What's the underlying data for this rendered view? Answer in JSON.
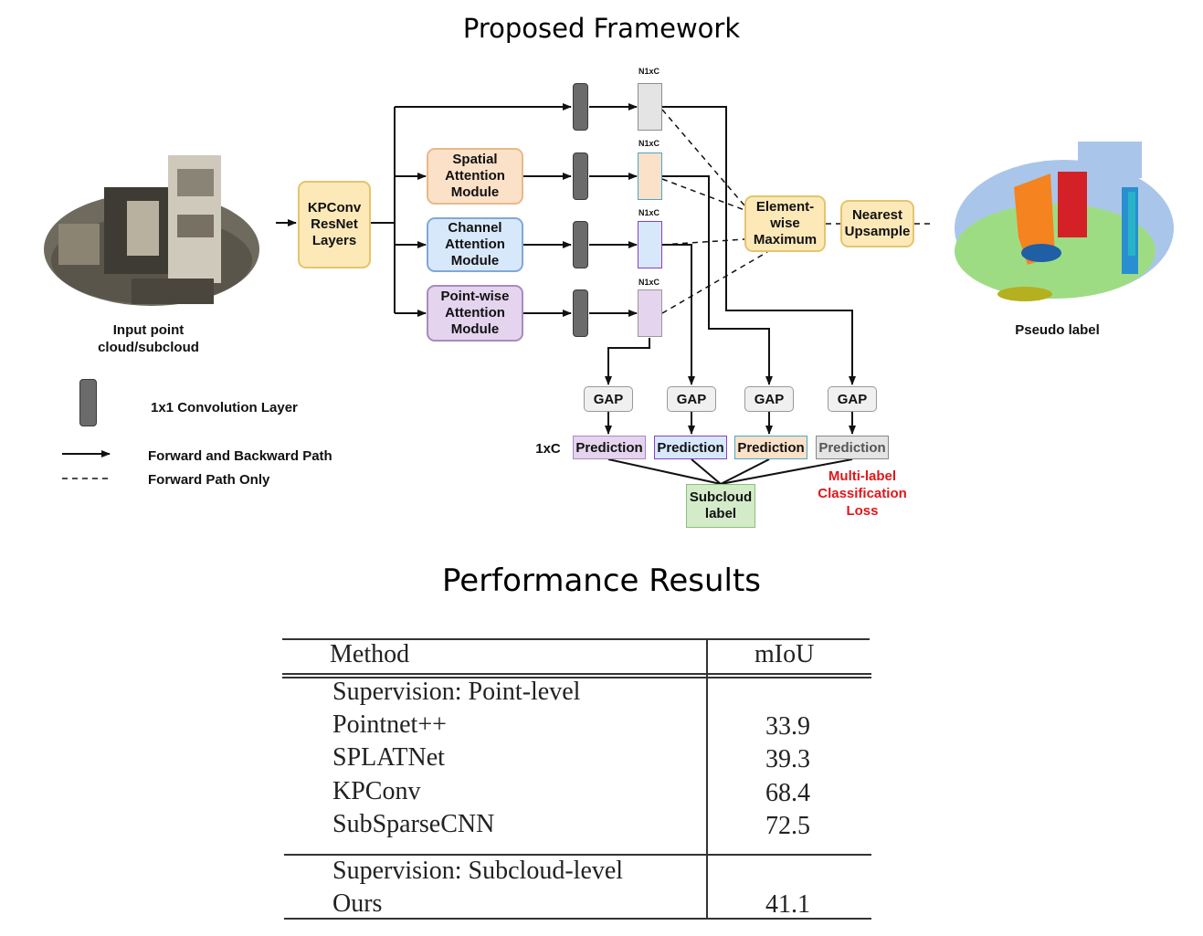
{
  "titles": {
    "framework": "Proposed Framework",
    "results": "Performance Results"
  },
  "diagram": {
    "input_label": "Input point cloud/subcloud",
    "kpconv": "KPConv ResNet Layers",
    "modules": {
      "spatial": "Spatial Attention Module",
      "channel": "Channel Attention Module",
      "pointwise": "Point-wise Attention Module"
    },
    "nxc": "N1xC",
    "element_wise": "Element-wise Maximum",
    "nearest_upsample": "Nearest Upsample",
    "pseudo_label": "Pseudo label",
    "gap": "GAP",
    "one_xc": "1xC",
    "prediction": "Prediction",
    "subcloud_label": "Subcloud label",
    "loss": "Multi-label Classification Loss",
    "legend": {
      "conv": "1x1 Convolution Layer",
      "forward_backward": "Forward and Backward Path",
      "forward_only": "Forward Path Only"
    },
    "colors": {
      "orange": "#fbe1c8",
      "blue": "#d8e8fb",
      "purple": "#e4d4ee",
      "yellow": "#fde9b8",
      "green": "#d3ebc9",
      "loss_red": "#e0161b"
    }
  },
  "table": {
    "headers": [
      "Method",
      "mIoU"
    ],
    "group1_label": "Supervision: Point-level",
    "group1_rows": [
      {
        "method": "Pointnet++",
        "miou": "33.9"
      },
      {
        "method": "SPLATNet",
        "miou": "39.3"
      },
      {
        "method": "KPConv",
        "miou": "68.4"
      },
      {
        "method": "SubSparseCNN",
        "miou": "72.5"
      }
    ],
    "group2_label": "Supervision: Subcloud-level",
    "group2_rows": [
      {
        "method": "Ours",
        "miou": "41.1"
      }
    ]
  }
}
